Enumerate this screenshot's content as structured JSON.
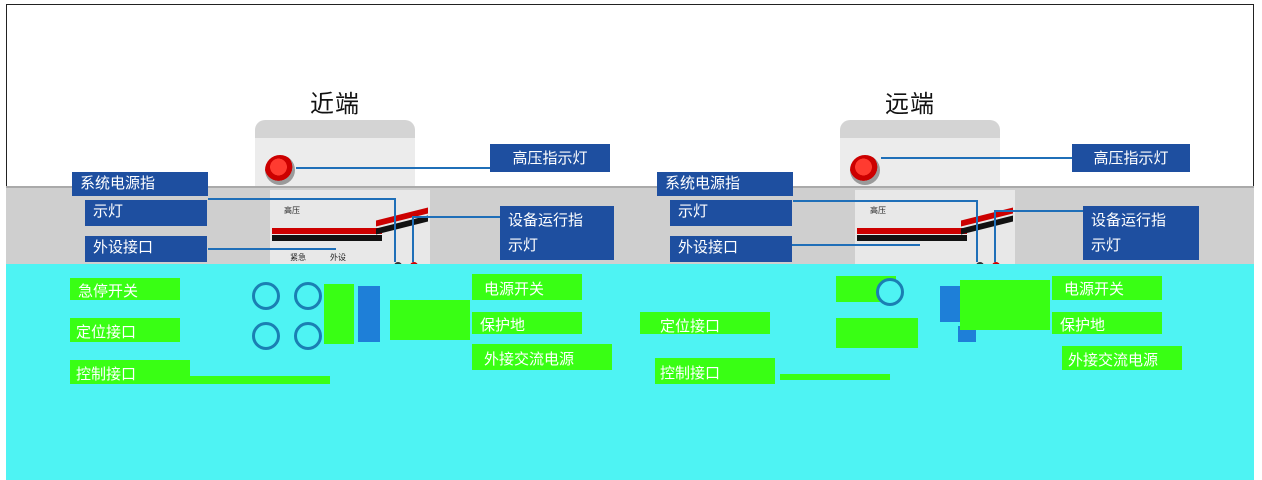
{
  "near": {
    "title": "近端",
    "hv_label": "高压指示灯",
    "sys_label_1": "系统电源指",
    "sys_label_2": "示灯",
    "ext_label": "外设接口",
    "run_label_1": "设备运行指",
    "run_label_2": "示灯",
    "panel_text": "高压",
    "small_emergency": "紧急",
    "small_ext": "外设",
    "power_switch": "电源开关",
    "ground": "保护地",
    "ac_power": "外接交流电源",
    "left_1": "急停开关",
    "left_2": "定位接口",
    "left_3": "控制接口"
  },
  "far": {
    "title": "远端",
    "hv_label": "高压指示灯",
    "sys_label_1": "系统电源指",
    "sys_label_2": "示灯",
    "ext_label": "外设接口",
    "run_label_1": "设备运行指",
    "run_label_2": "示灯",
    "panel_text": "高压",
    "power_switch": "电源开关",
    "ground": "保护地",
    "ac_power": "外接交流电源",
    "left_1": "定位接口",
    "left_2": "控制接口"
  },
  "colors": {
    "label_bg": "#1e4fa0",
    "wire": "#1f6fb8",
    "led": "#ff3b30",
    "stripe_red": "#cc0000"
  }
}
